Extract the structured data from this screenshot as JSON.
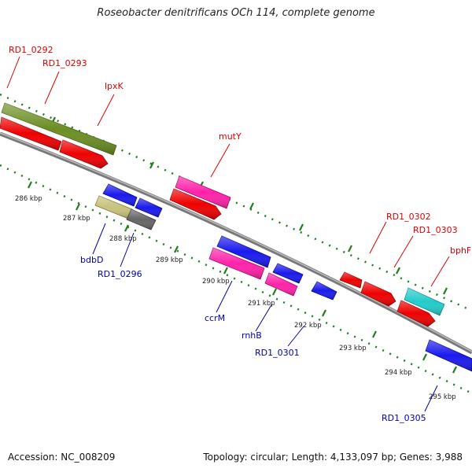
{
  "title": "Roseobacter denitrificans OCh 114, complete genome",
  "footer": {
    "accession": "Accession: NC_008209",
    "summary": "Topology: circular; Length: 4,133,097 bp; Genes: 3,988"
  },
  "colors": {
    "backbone": "#8c8c8c",
    "tick_line": "#1e7d1e",
    "label_top": "#dd0000",
    "label_bottom": "#0000aa",
    "kbp_text": "#222222"
  },
  "kbp_labels": [
    "286 kbp",
    "287 kbp",
    "288 kbp",
    "289 kbp",
    "290 kbp",
    "291 kbp",
    "292 kbp",
    "293 kbp",
    "294 kbp",
    "295 kbp"
  ],
  "genes_top": [
    {
      "id": "RD1_0292",
      "label": "RD1_0292"
    },
    {
      "id": "RD1_0293",
      "label": "RD1_0293"
    },
    {
      "id": "lpxK",
      "label": "lpxK"
    },
    {
      "id": "mutY",
      "label": "mutY"
    },
    {
      "id": "RD1_0302",
      "label": "RD1_0302"
    },
    {
      "id": "RD1_0303",
      "label": "RD1_0303"
    },
    {
      "id": "bphF",
      "label": "bphF"
    }
  ],
  "genes_bottom": [
    {
      "id": "bdbD",
      "label": "bdbD"
    },
    {
      "id": "RD1_0296",
      "label": "RD1_0296"
    },
    {
      "id": "ccrM",
      "label": "ccrM"
    },
    {
      "id": "rnhB",
      "label": "rnhB"
    },
    {
      "id": "RD1_0301",
      "label": "RD1_0301"
    },
    {
      "id": "RD1_0305",
      "label": "RD1_0305"
    }
  ]
}
